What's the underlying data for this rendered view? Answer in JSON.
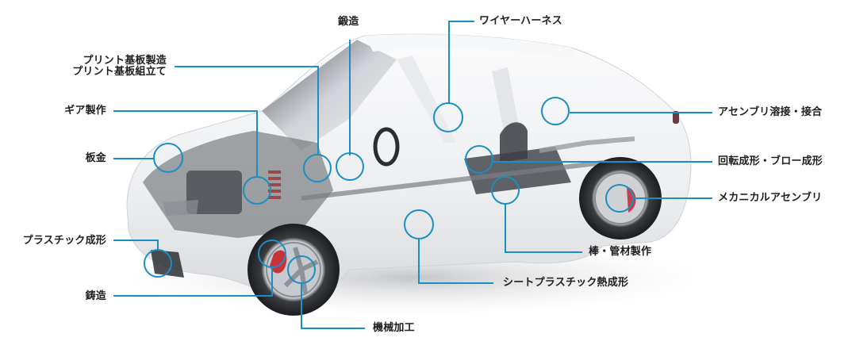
{
  "diagram": {
    "accent_color": "#1a8fc4",
    "subject": "car-cutaway",
    "callouts": [
      {
        "id": "forging",
        "label": "鍛造"
      },
      {
        "id": "wire-harness",
        "label": "ワイヤーハーネス"
      },
      {
        "id": "pcb",
        "label_line1": "プリント基板製造",
        "label_line2": "プリント基板組立て"
      },
      {
        "id": "gear",
        "label": "ギア製作"
      },
      {
        "id": "sheet-metal",
        "label": "板金"
      },
      {
        "id": "assembly-welding",
        "label": "アセンブリ溶接・接合"
      },
      {
        "id": "rotational-blow-molding",
        "label": "回転成形・ブロー成形"
      },
      {
        "id": "mechanical-assembly",
        "label": "メカニカルアセンブリ"
      },
      {
        "id": "plastic-molding",
        "label": "プラスチック成形"
      },
      {
        "id": "rod-tube",
        "label": "棒・管材製作"
      },
      {
        "id": "casting",
        "label": "鋳造"
      },
      {
        "id": "thermoforming",
        "label": "シートプラスチック熱成形"
      },
      {
        "id": "machining",
        "label": "機械加工"
      }
    ]
  }
}
